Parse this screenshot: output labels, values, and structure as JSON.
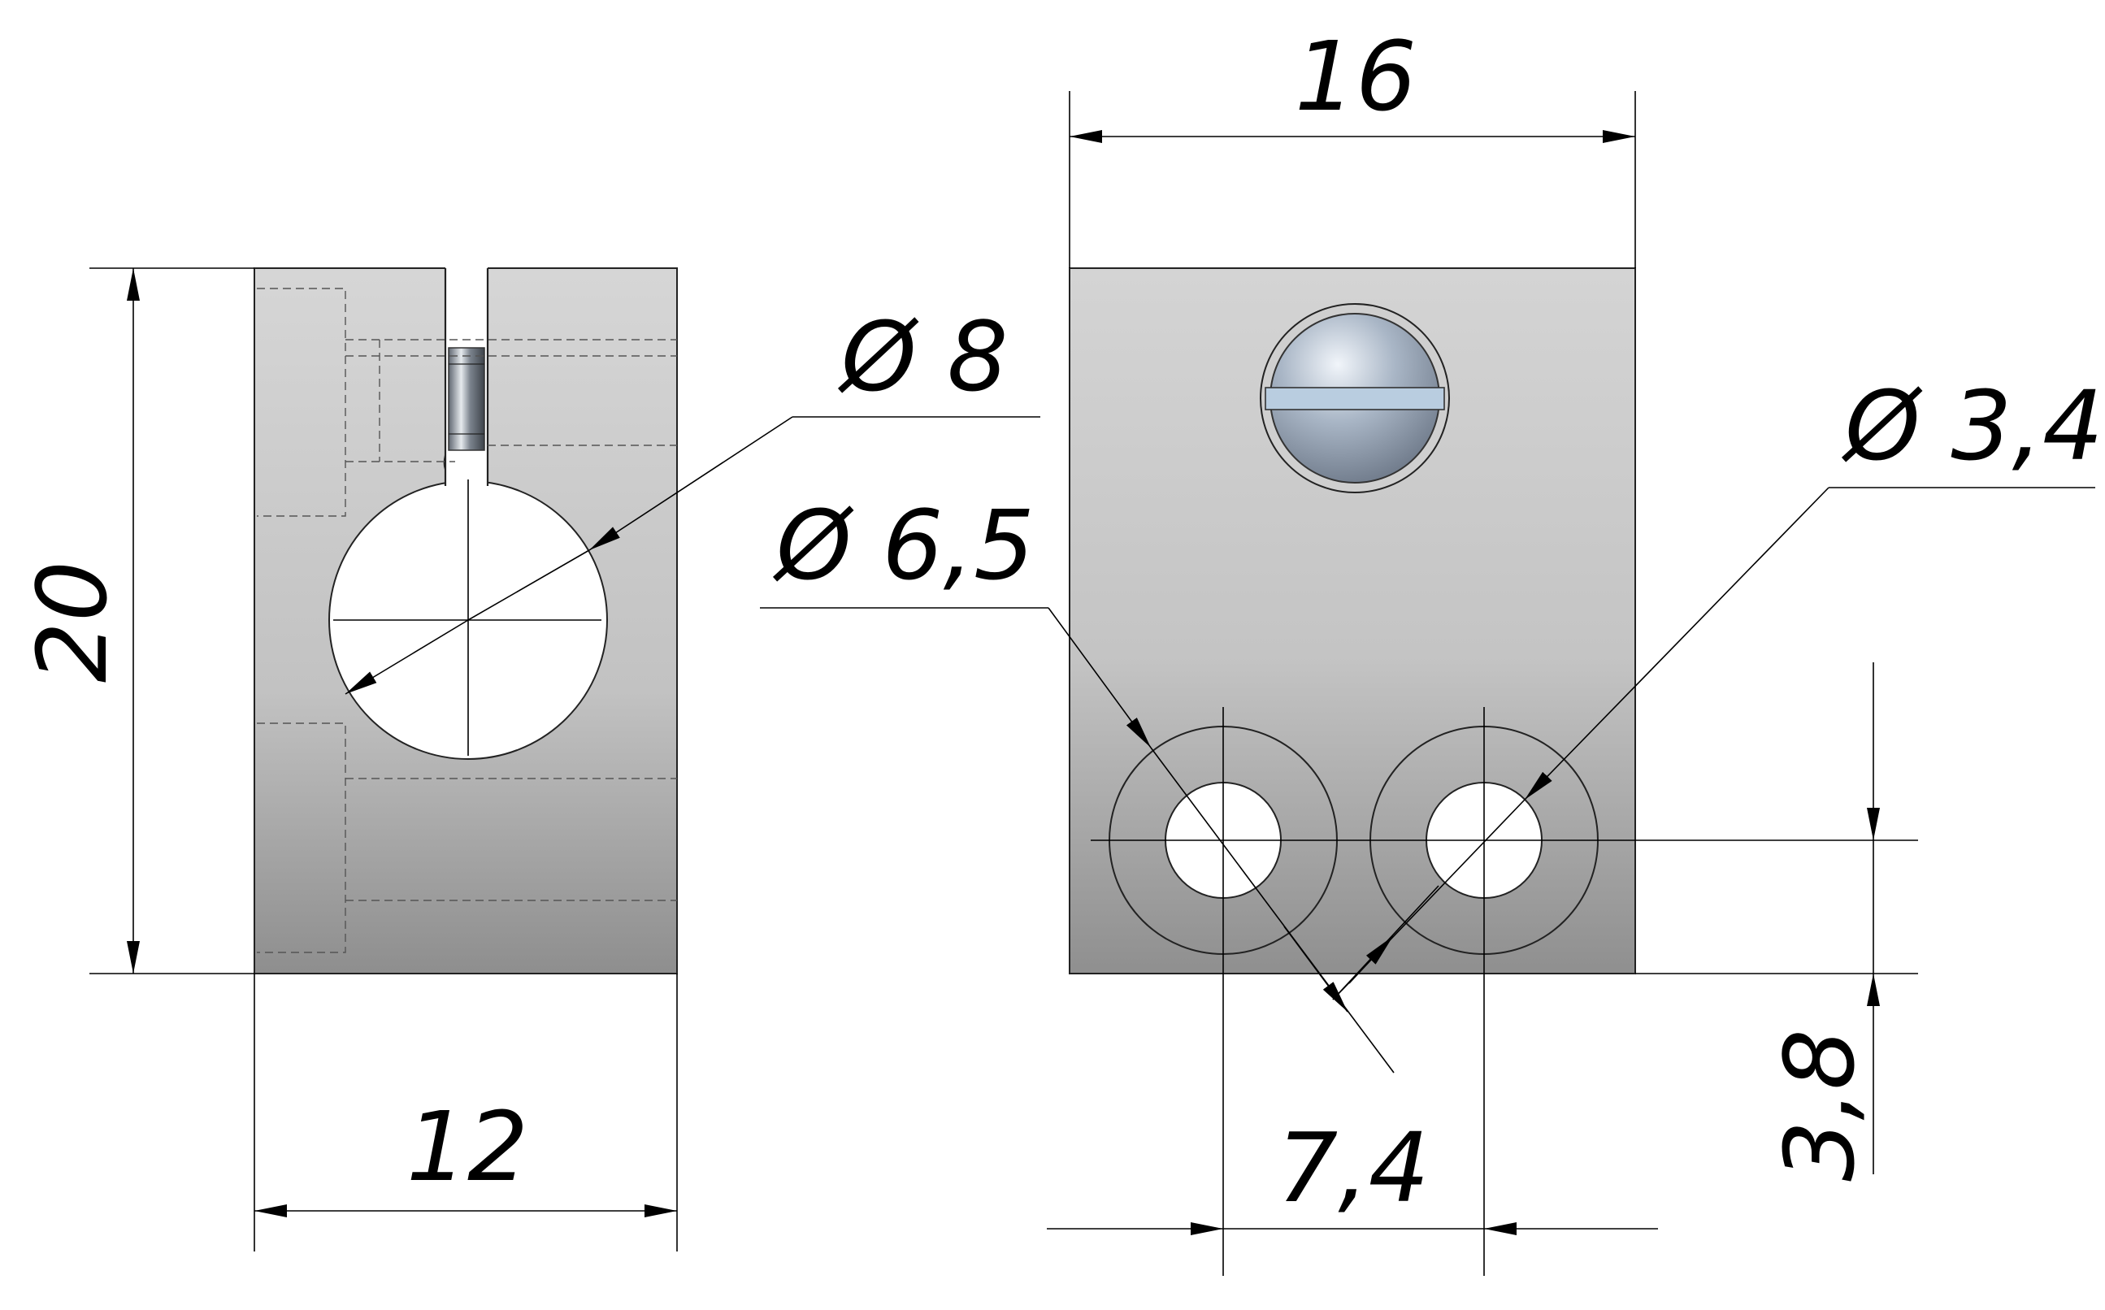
{
  "dimensions": {
    "height_20": "20",
    "width_12": "12",
    "width_16": "16",
    "dia_8": "Ø 8",
    "dia_6_5": "Ø 6,5",
    "dia_3_4": "Ø 3,4",
    "spacing_7_4": "7,4",
    "offset_3_8": "3,8"
  },
  "colors": {
    "body_light": "#d9d9d9",
    "body_dark": "#8c8c8c",
    "screw_light": "#e6edf5",
    "screw_dark": "#7b8796",
    "screw_slot": "#b9cde0",
    "line": "#000000"
  }
}
